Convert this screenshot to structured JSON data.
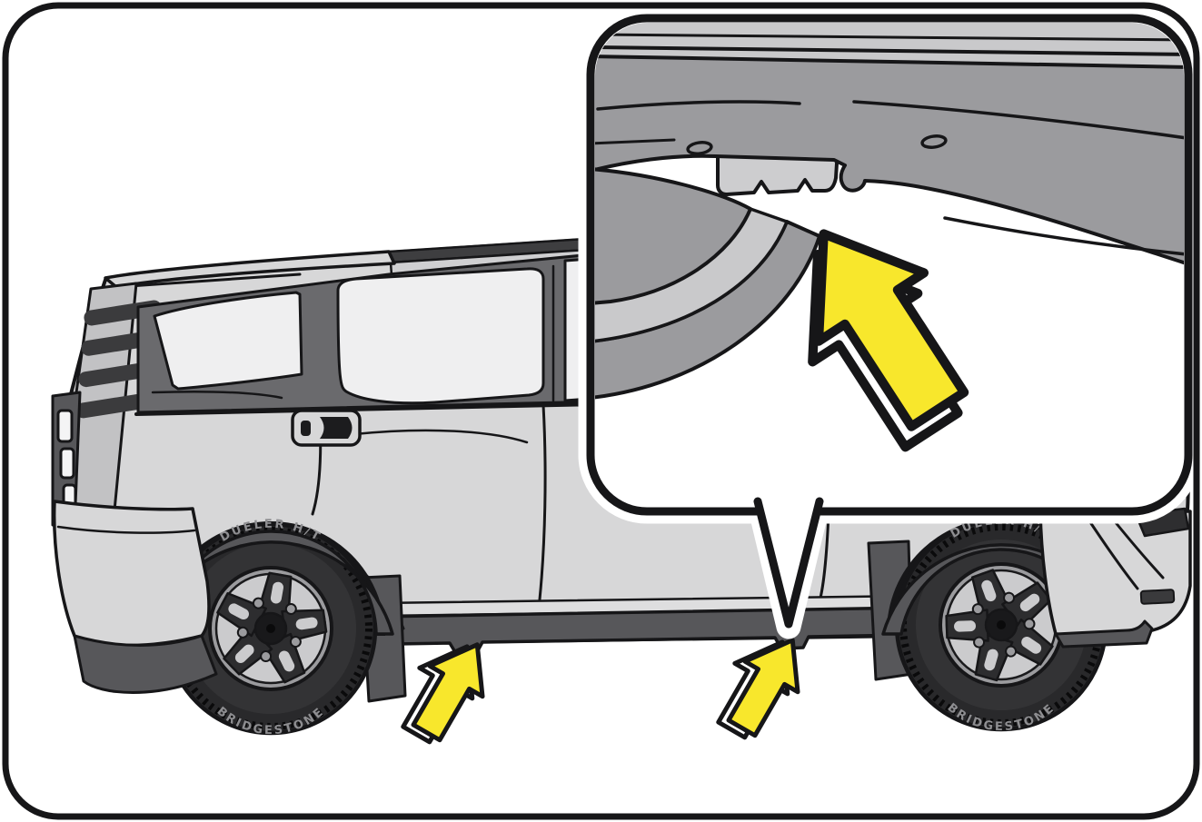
{
  "figure": {
    "kind": "owners-manual-illustration",
    "subject": "Jack-up (jacking) point locations on an SUV",
    "view": "Left-side profile of SUV; magnified callout bubble of underbody jack-up point connected to the rocker panel",
    "tire_text_top": "DUELER H/T",
    "tire_text_bottom": "BRIDGESTONE",
    "icons": [
      {
        "name": "jack-point-arrow-rear",
        "glyph": "3d-block-arrow-up"
      },
      {
        "name": "jack-point-arrow-front",
        "glyph": "3d-block-arrow-up"
      },
      {
        "name": "callout-jack-point-arrow",
        "glyph": "3d-block-arrow-up-left"
      }
    ]
  },
  "colors": {
    "background": "#FFFFFF",
    "outline": "#161618",
    "body_gray": "#D7D7D8",
    "body_shade": "#C2C2C4",
    "roof_light": "#CFCFD1",
    "roof_rail": "#3E3E40",
    "glass": "#EFEFF0",
    "window_frame": "#6A6A6D",
    "molding_dark": "#57575A",
    "underbody_gray": "#9B9B9E",
    "underbody_light": "#C9C9CB",
    "jack_plate": "#CDCDCF",
    "tire_dark": "#29292B",
    "sidewall_gray": "#333335",
    "rim_light": "#CBCBCD",
    "rim_mid": "#9B9B9E",
    "spoke_dark": "#2D2D2F",
    "arrow_yellow": "#F8E72C",
    "arrow_edge_white": "#FFFFFF"
  }
}
